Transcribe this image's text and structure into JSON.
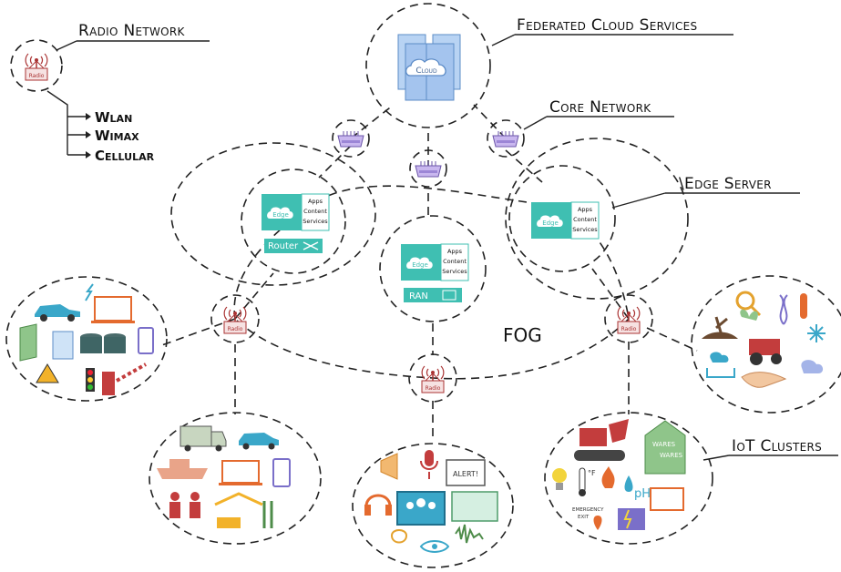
{
  "labels": {
    "radio_network": "Radio Network",
    "federated_cloud": "Federated Cloud Services",
    "core_network": "Core Network",
    "edge_server": "\\Edge Server",
    "iot_clusters": "IoT Clusters",
    "fog": "FOG"
  },
  "radio_types": [
    "Wlan",
    "Wimax",
    "Cellular"
  ],
  "cloud_label": "Cloud",
  "radio_label": "Radio",
  "edge": {
    "label": "Edge",
    "services": [
      "Apps",
      "Content",
      "Services"
    ],
    "router_label": "Router",
    "ran_label": "RAN"
  },
  "iot_text": {
    "alert": "ALERT!",
    "wares": "WARES",
    "emergency": "EMERGENCY",
    "exit": "EXIT",
    "ph": "pH",
    "temp_unit": "°F"
  },
  "colors": {
    "edge_teal": "#3fbfb2",
    "cloud_blue": "#a9c8ee",
    "radio_red": "#b3363d",
    "switch_purple": "#b8a4e6"
  }
}
